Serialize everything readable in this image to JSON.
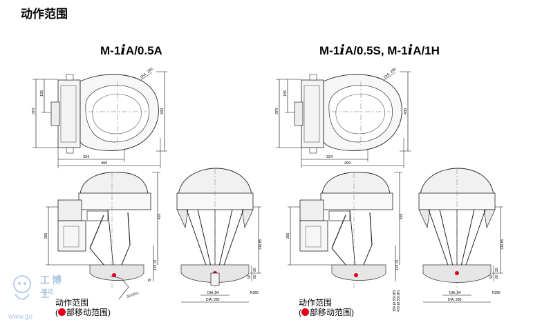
{
  "page": {
    "section_title": "动作范围"
  },
  "models": [
    {
      "title_prefix": "M-1",
      "title_i": "i",
      "title_suffix": "A/0.5A",
      "top_view": {
        "dims": [
          "DIA. 280",
          "185",
          "370",
          "430",
          "334",
          "499"
        ]
      },
      "side_views": {
        "dims": [
          "435",
          "265",
          "124.76",
          "310.85",
          "Ø",
          "DIA. 94",
          "DIA. 280",
          "R366",
          "30 DEG.",
          "20",
          "60",
          "90"
        ]
      },
      "caption_line1": "动作范围",
      "caption_line2_open": "(",
      "caption_line2_text": "部移动范围)"
    },
    {
      "title_prefix": "M-1",
      "title_i": "i",
      "title_suffix": "A/0.5S, M-1",
      "title_i2": "i",
      "title_suffix2": "A/1H",
      "top_view": {
        "dims": [
          "DIA. 280",
          "185",
          "370",
          "430",
          "334",
          "499"
        ]
      },
      "side_views": {
        "dims": [
          "435",
          "265",
          "124.76",
          "310.85",
          "150 (0.5S/1H)",
          "470 (0.5S/1H)",
          "DIA. 94",
          "DIA. 280",
          "R366",
          "20",
          "60",
          "90"
        ]
      },
      "caption_line1": "动作范围",
      "caption_line2_open": "(",
      "caption_line2_text": "部移动范围)"
    }
  ],
  "watermark": {
    "brand": "工博士",
    "sub": "智能",
    "url": "www.go"
  },
  "colors": {
    "accent_dot": "#e0001a",
    "watermark": "#9fbcd8",
    "region_fill": "#e6e6e6"
  }
}
